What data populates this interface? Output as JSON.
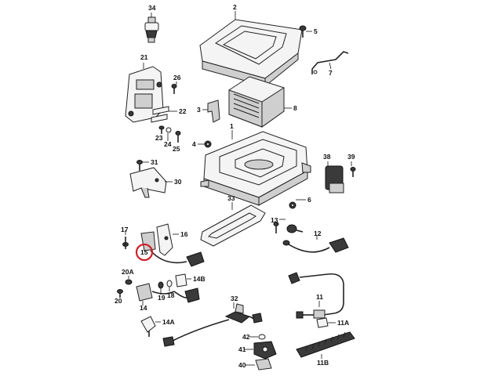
{
  "callouts": {
    "c34": "34",
    "c2": "2",
    "c5": "5",
    "c7": "7",
    "c21": "21",
    "c26": "26",
    "c3": "3",
    "c8": "8",
    "c22": "22",
    "c23": "23",
    "c24": "24",
    "c25": "25",
    "c1": "1",
    "c4": "4",
    "c38": "38",
    "c39": "39",
    "c31": "31",
    "c30": "30",
    "c6": "6",
    "c33": "33",
    "c13": "13",
    "c12": "12",
    "c17": "17",
    "c16": "16",
    "c15": "15",
    "c20a": "20A",
    "c14b": "14B",
    "c14": "14",
    "c19": "19",
    "c18": "18",
    "c20": "20",
    "c32": "32",
    "c11": "11",
    "c14a": "14A",
    "c11a": "11A",
    "c42": "42",
    "c41": "41",
    "c11b": "11B",
    "c40": "40"
  },
  "highlight": {
    "callout": "15",
    "color": "#d0202a"
  }
}
